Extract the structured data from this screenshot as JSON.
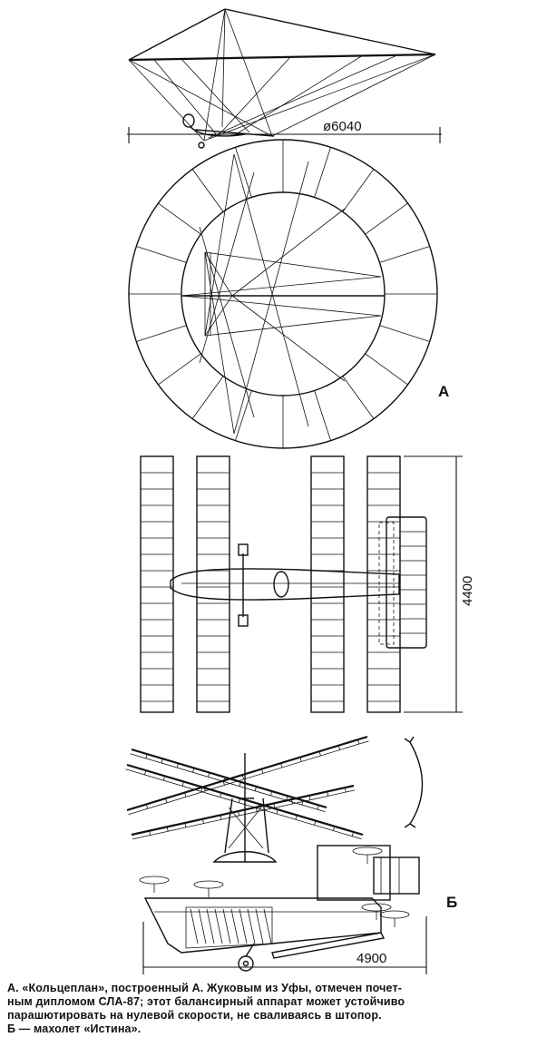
{
  "figure_a": {
    "diameter_label": "ø6040",
    "marker": "А"
  },
  "figure_b": {
    "span_label": "4400",
    "length_label": "4900",
    "marker": "Б"
  },
  "caption": {
    "lines": [
      "А. «Кольцеплан», построенный А. Жуковым из Уфы, отмечен почет-",
      "ным дипломом СЛА-87; этот балансирный аппарат может устойчиво",
      "парашютировать  на  нулевой  скорости, не сваливаясь в штопор.",
      "Б — махолет «Истина»."
    ]
  }
}
